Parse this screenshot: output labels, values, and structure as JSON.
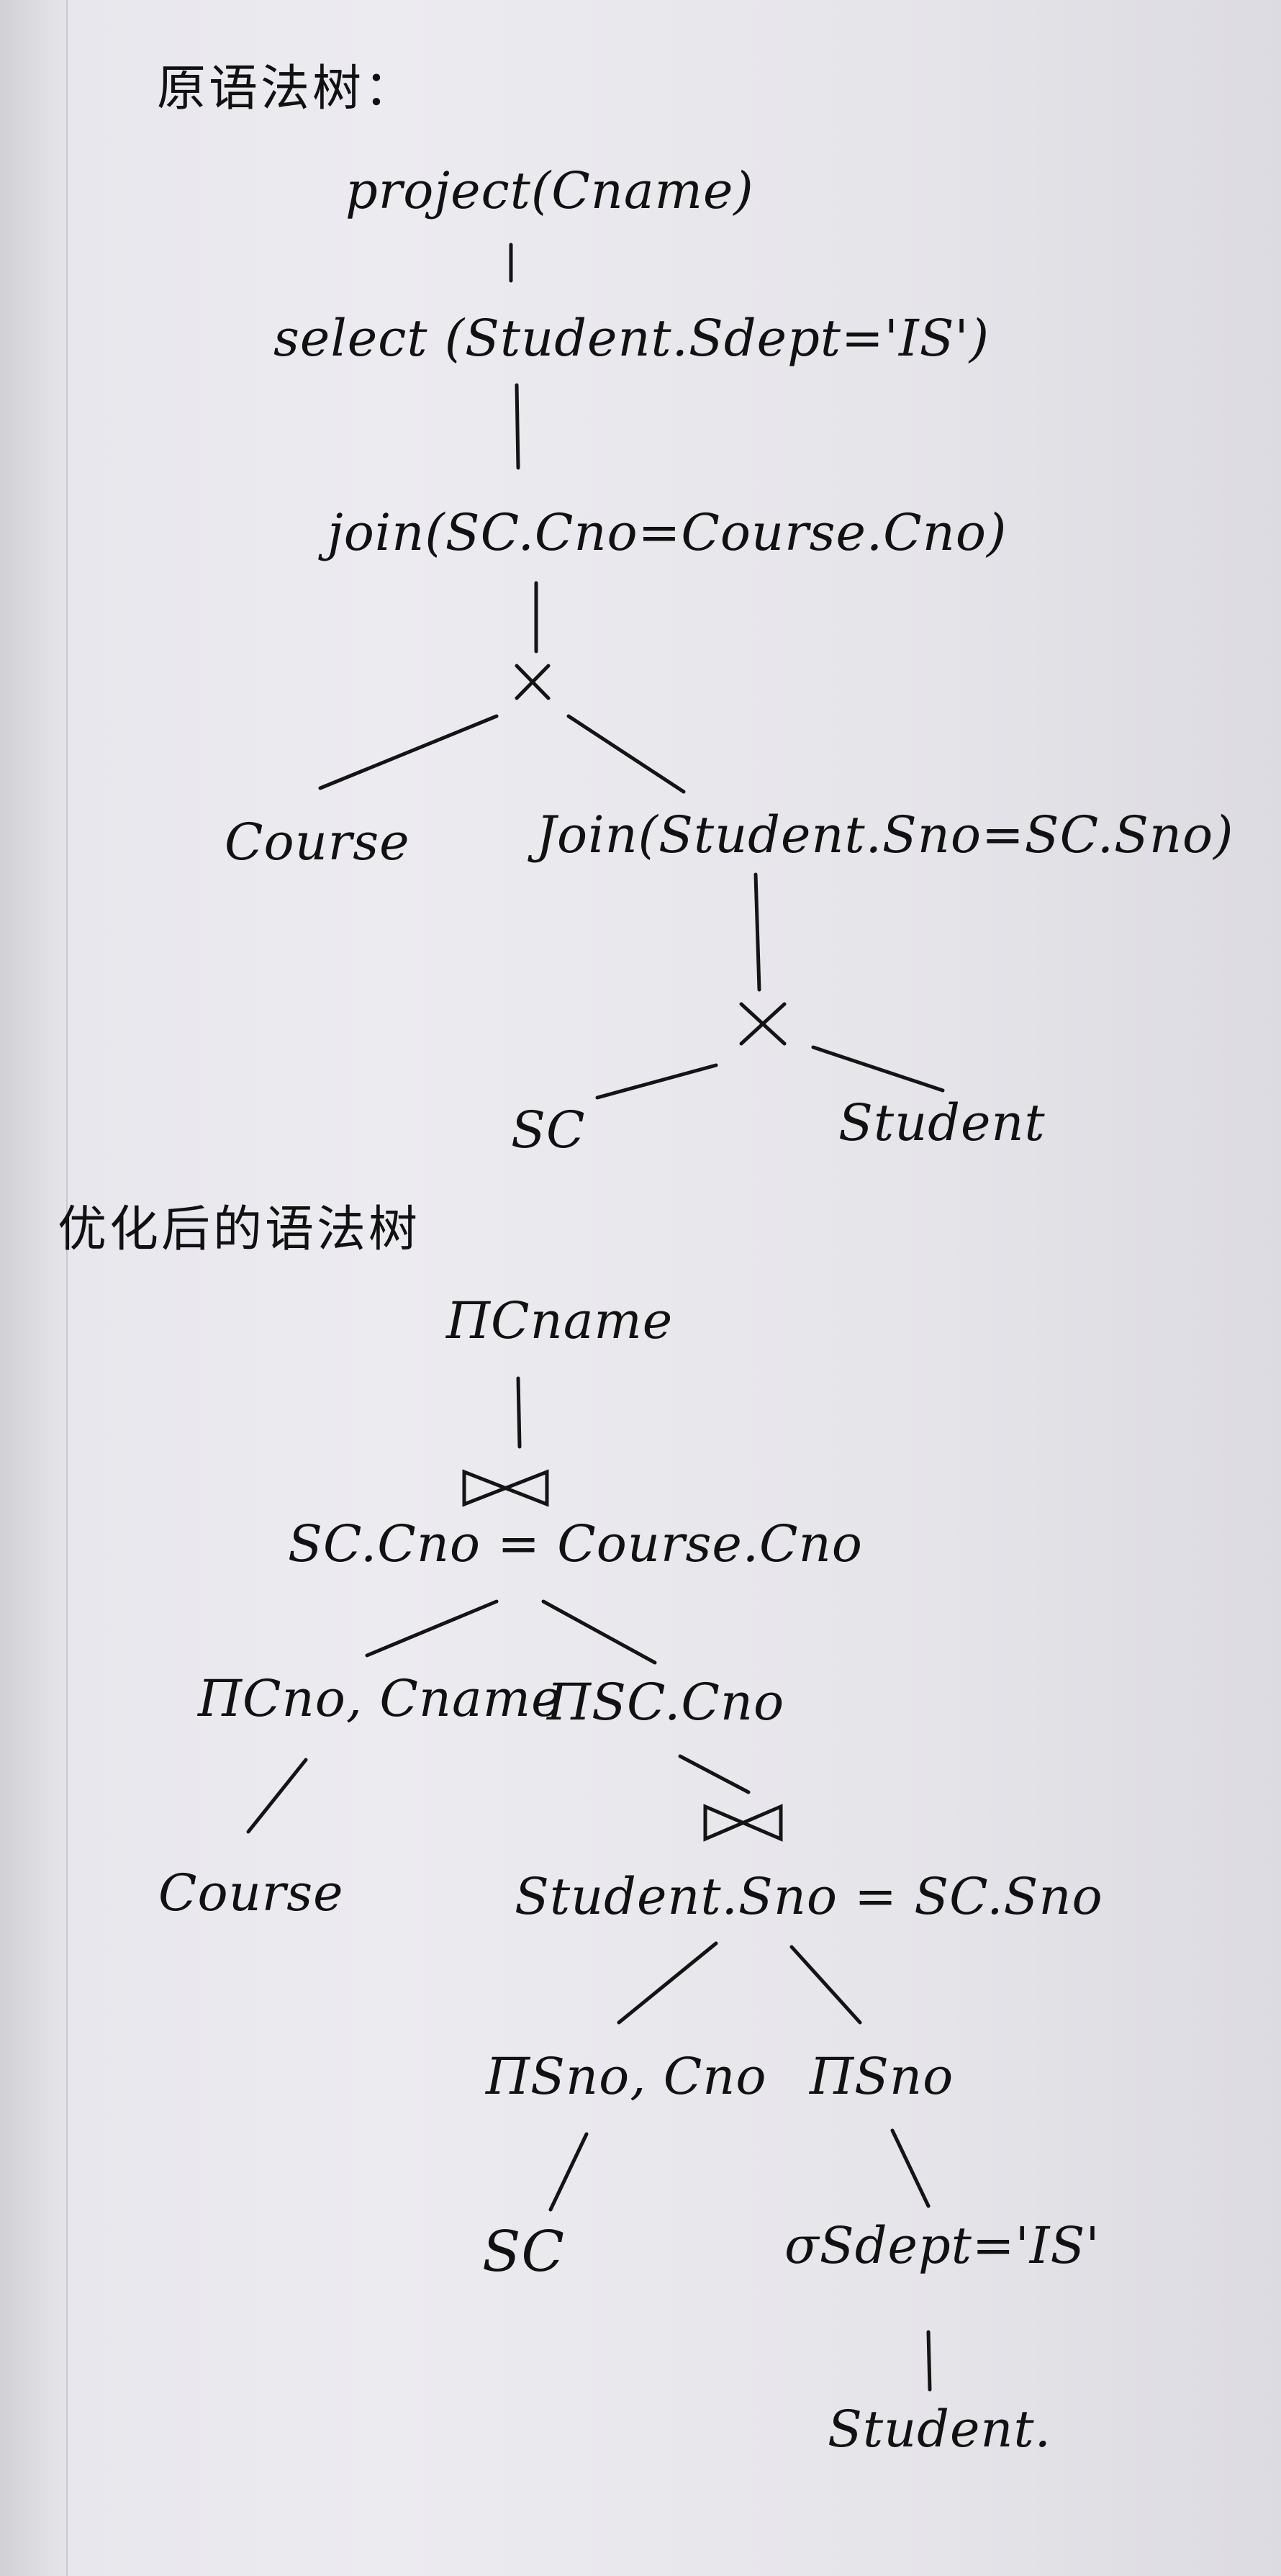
{
  "original_tree": {
    "heading": "原语法树：",
    "project": "project(Cname)",
    "select": "select (Student.Sdept='IS')",
    "join1": "join(SC.Cno=Course.Cno)",
    "cross1": "×",
    "course": "Course",
    "join2": "Join(Student.Sno=SC.Sno)",
    "cross2": "×",
    "sc": "SC",
    "student": "Student"
  },
  "optimized_tree": {
    "heading": "优化后的语法树",
    "project_root": "ΠCname",
    "join_top_condition": "SC.Cno = Course.Cno",
    "left_project": "ΠCno, Cname",
    "right_project": "ΠSC.Cno",
    "course": "Course",
    "join_bottom_condition": "Student.Sno = SC.Sno",
    "project_sno_cno": "ΠSno, Cno",
    "project_sno": "ΠSno",
    "sc": "SC",
    "select_dept": "σSdept='IS'",
    "student": "Student."
  }
}
